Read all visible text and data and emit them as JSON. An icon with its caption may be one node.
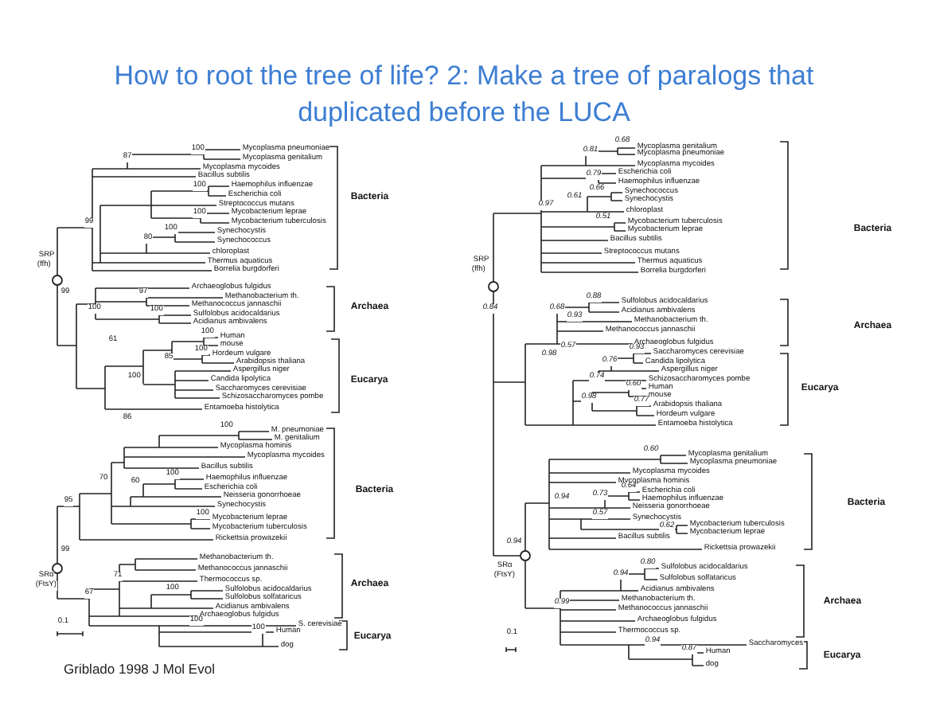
{
  "diagram": {
    "title": "How to root the tree of life? 2: Make a tree of paralogs that duplicated before the LUCA",
    "caption": "Griblado 1998 J Mol Evol",
    "labels": [
      "87",
      "100",
      "Mycoplasma pneumoniae",
      "Mycoplasma genitalium",
      "Mycoplasma mycoides",
      "Bacillus subtilis",
      "100",
      "Haemophilus influenzae",
      "Escherichia coli",
      "Streptococcus mutans",
      "100",
      "Mycobacterium leprae",
      "Mycobacterium tuberculosis",
      "99",
      "100",
      "Synechocystis",
      "80",
      "Synechococcus",
      "chloroplast",
      "Thermus aquaticus",
      "Borrelia burgdorferi",
      "Bacteria",
      "SRP",
      "(ffh)",
      "99",
      "Archaeoglobus fulgidus",
      "97",
      "Methanobacterium th.",
      "Methanococcus jannaschii",
      "100",
      "100",
      "Sulfolobus acidocaldarius",
      "Acidianus ambivalens",
      "Archaea",
      "100",
      "Human",
      "mouse",
      "61",
      "100",
      "Hordeum vulgare",
      "85",
      "Arabidopsis thaliana",
      "Aspergillus niger",
      "Candida lipolytica",
      "100",
      "Eucarya",
      "Saccharomyces cerevisiae",
      "Schizosaccharomyces pombe",
      "Entamoeba histolytica",
      "100",
      "M. pneumoniae",
      "M. genitalium",
      "86",
      "Mycoplasma hominis",
      "Mycoplasma mycoides",
      "Bacillus subtilis",
      "100",
      "Haemophilus influenzae",
      "70",
      "60",
      "Escherichia coli",
      "Neisseria gonorrhoeae",
      "Bacteria",
      "95",
      "Synechocystis",
      "100",
      "Mycobacterium leprae",
      "Mycobacterium tuberculosis",
      "Rickettsia prowazekii",
      "99",
      "Methanobacterium th.",
      "Methanococcus jannaschii",
      "SRα",
      "(FtsY)",
      "71",
      "Thermococcus sp.",
      "Archaea",
      "100",
      "Sulfolobus acidocaldarius",
      "67",
      "Sulfolobus solfataricus",
      "Acidianus ambivalens",
      "Archaeoglobus fulgidus",
      "0.1",
      "100",
      "S. cerevisiae",
      "100",
      "Human",
      "Eucarya",
      "dog",
      "0.68",
      "Mycoplasma genitalium",
      "0.81",
      "Mycoplasma pneumoniae",
      "Mycoplasma mycoides",
      "Escherichia coli",
      "0.79",
      "Haemophilus influenzae",
      "Synechococcus",
      "0.66",
      "0.61",
      "Synechocystis",
      "0.97",
      "chloroplast",
      "0.51",
      "Mycobacterium tuberculosis",
      "Mycobacterium leprae",
      "Bacillus subtilis",
      "Streptococcus mutans",
      "Bacteria",
      "Thermus aquaticus",
      "SRP",
      "(ffh)",
      "Borrelia burgdorferi",
      "0.88",
      "Sulfolobus acidocaldarius",
      "0.84",
      "0.68",
      "Acidianus ambivalens",
      "0.93",
      "Methanobacterium th.",
      "Archaea",
      "Methanococcus jannaschii",
      "Archaeoglobus fulgidus",
      "0.57",
      "0.93",
      "Saccharomyces cerevisiae",
      "0.98",
      "Candida lipolytica",
      "0.76",
      "Aspergillus niger",
      "0.74",
      "Schizosaccharomyces pombe",
      "0.60",
      "Human",
      "Eucarya",
      "mouse",
      "0.98",
      "0.77",
      "Arabidopsis thaliana",
      "Hordeum vulgare",
      "Entamoeba histolytica",
      "0.60",
      "Mycoplasma genitalium",
      "Mycoplasma pneumoniae",
      "Mycoplasma mycoides",
      "Mycoplasma hominis",
      "0.64",
      "Escherichia coli",
      "0.73",
      "Haemophilus influenzae",
      "0.94",
      "Bacteria",
      "Neisseria gonorrhoeae",
      "0.57",
      "Synechocystis",
      "0.62",
      "Mycobacterium tuberculosis",
      "Mycobacterium leprae",
      "Bacillus subtilis",
      "0.94",
      "Rickettsia prowazekii",
      "SRα",
      "(FtsY)",
      "0.80",
      "Sulfolobus acidocaldarius",
      "0.94",
      "Sulfolobus solfataricus",
      "Acidianus ambivalens",
      "Methanobacterium th.",
      "Archaea",
      "0.99",
      "Methanococcus jannaschii",
      "Archaeoglobus fulgidus",
      "Thermococcus sp.",
      "0.1",
      "0.94",
      "Saccharomyces",
      "0.87",
      "Human",
      "Eucarya",
      "dog"
    ]
  }
}
